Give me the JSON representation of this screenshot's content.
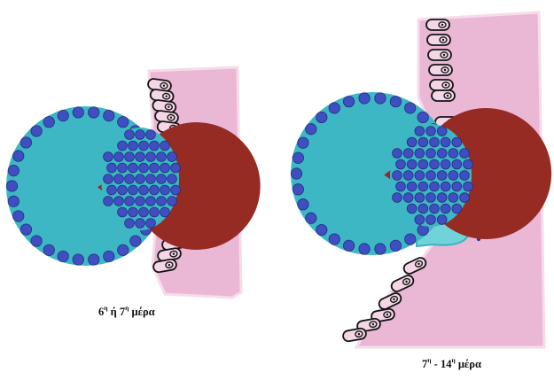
{
  "diagram": {
    "panels": [
      {
        "id": "left",
        "caption": {
          "num1": "6",
          "sup1": "η",
          "mid": " ή ",
          "num2": "7",
          "sup2": "η",
          "tail": " μέρα"
        }
      },
      {
        "id": "right",
        "caption": {
          "num1": "7",
          "sup1": "η",
          "mid": " - ",
          "num2": "14",
          "sup2": "η",
          "tail": " μέρα"
        }
      }
    ],
    "colors": {
      "endometrium": "#eab7d5",
      "endometrium_edge": "#f6dcea",
      "blastocoel": "#962b24",
      "trophoblast": "#3cb7c3",
      "cell_nucleus": "#3f4fc2",
      "nucleus_outline": "#22307e",
      "cell_outline": "#151515",
      "syncytio": "#6fd3d9",
      "syncytio_dots": "#283b9a"
    }
  }
}
